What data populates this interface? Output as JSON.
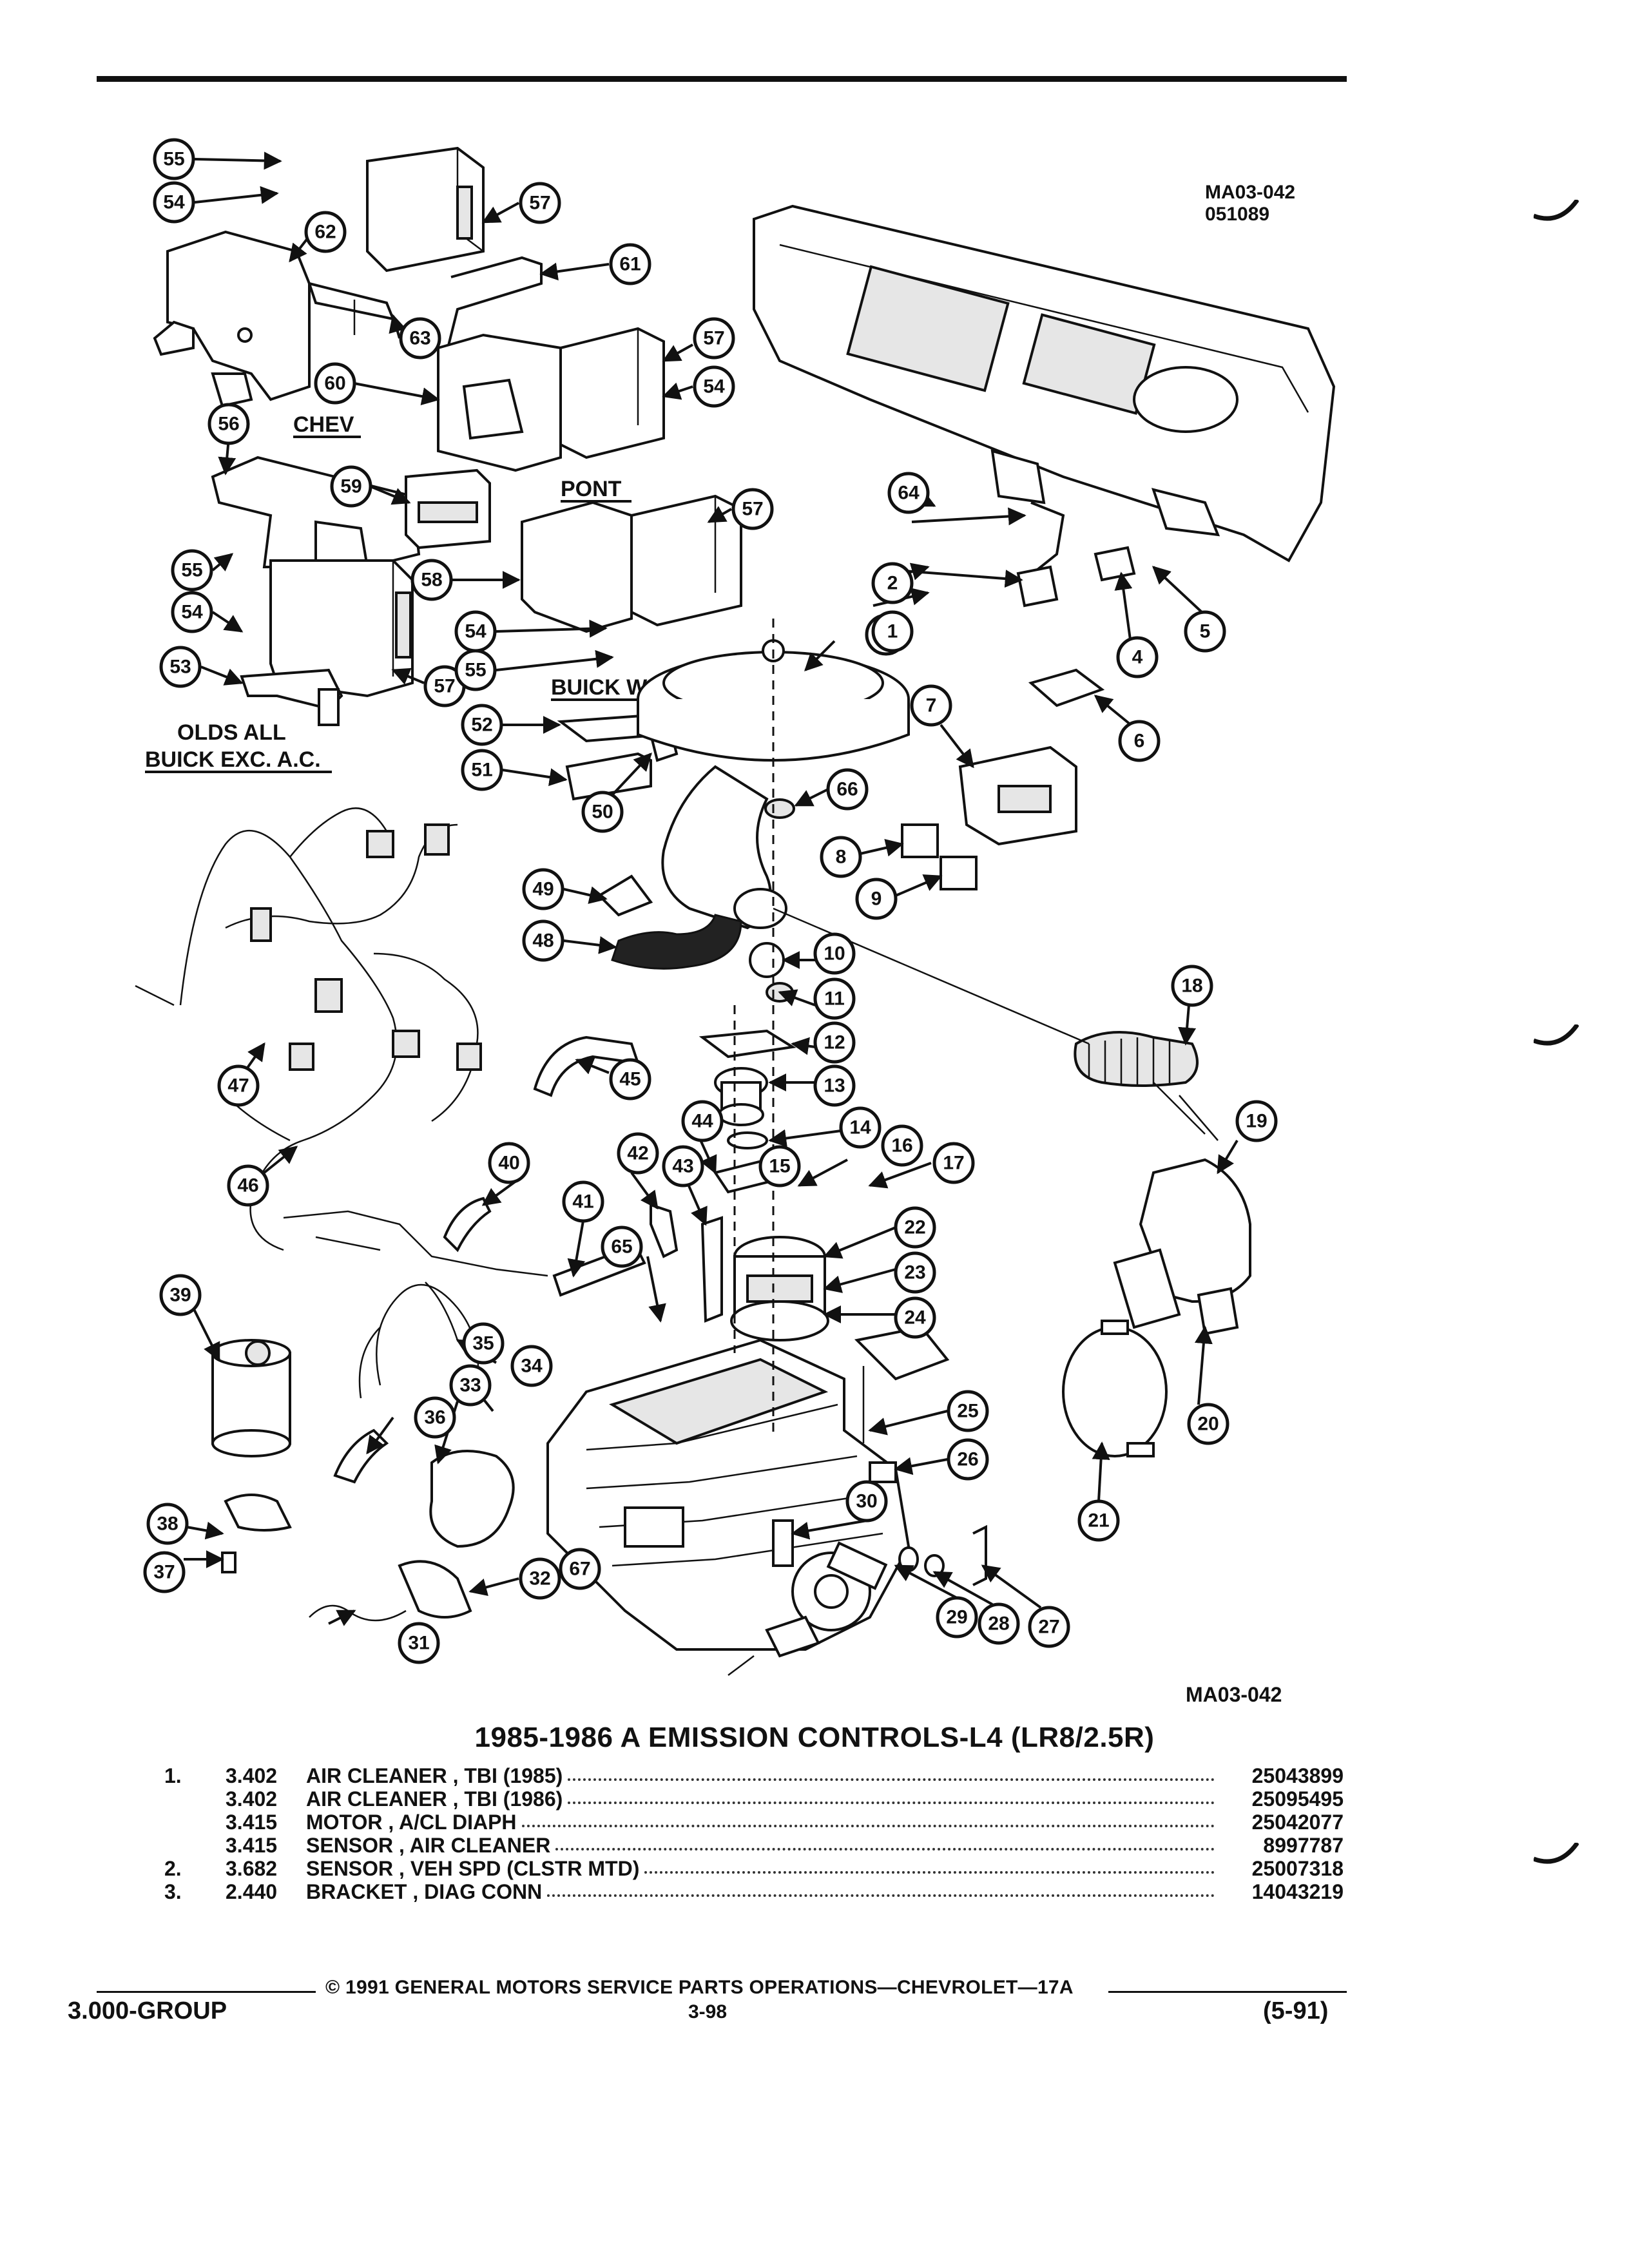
{
  "figure": {
    "ref_top": "MA03-042",
    "ref_top_date": "051089",
    "ref_bottom": "MA03-042",
    "labels": {
      "chev": "CHEV",
      "pont": "PONT",
      "buick_ac": "BUICK W/A.C",
      "olds_all": "OLDS ALL",
      "buick_exc": "BUICK EXC. A.C."
    },
    "callouts": [
      "1",
      "2",
      "3",
      "4",
      "5",
      "6",
      "7",
      "8",
      "9",
      "10",
      "11",
      "12",
      "13",
      "14",
      "15",
      "16",
      "17",
      "18",
      "19",
      "20",
      "21",
      "22",
      "23",
      "24",
      "25",
      "26",
      "27",
      "28",
      "29",
      "30",
      "31",
      "32",
      "33",
      "34",
      "35",
      "36",
      "37",
      "38",
      "39",
      "40",
      "41",
      "42",
      "43",
      "44",
      "45",
      "46",
      "47",
      "48",
      "49",
      "50",
      "51",
      "52",
      "53",
      "54",
      "55",
      "56",
      "57",
      "58",
      "59",
      "60",
      "61",
      "62",
      "63",
      "64",
      "65",
      "66",
      "67"
    ]
  },
  "title": "1985-1986 A EMISSION CONTROLS-L4 (LR8/2.5R)",
  "parts": [
    {
      "idx": "1.",
      "code": "3.402",
      "desc": "AIR CLEANER , TBI (1985)",
      "part_no": "25043899"
    },
    {
      "idx": "",
      "code": "3.402",
      "desc": "AIR CLEANER , TBI (1986)",
      "part_no": "25095495"
    },
    {
      "idx": "",
      "code": "3.415",
      "desc": "MOTOR , A/CL DIAPH",
      "part_no": "25042077"
    },
    {
      "idx": "",
      "code": "3.415",
      "desc": "SENSOR , AIR CLEANER",
      "part_no": "8997787"
    },
    {
      "idx": "2.",
      "code": "3.682",
      "desc": "SENSOR , VEH SPD (CLSTR MTD)",
      "part_no": "25007318"
    },
    {
      "idx": "3.",
      "code": "2.440",
      "desc": "BRACKET , DIAG CONN",
      "part_no": "14043219"
    }
  ],
  "footer": {
    "copyright": "© 1991 GENERAL MOTORS SERVICE PARTS OPERATIONS—CHEVROLET—17A",
    "group": "3.000-GROUP",
    "page": "3-98",
    "date_code": "(5-91)"
  }
}
